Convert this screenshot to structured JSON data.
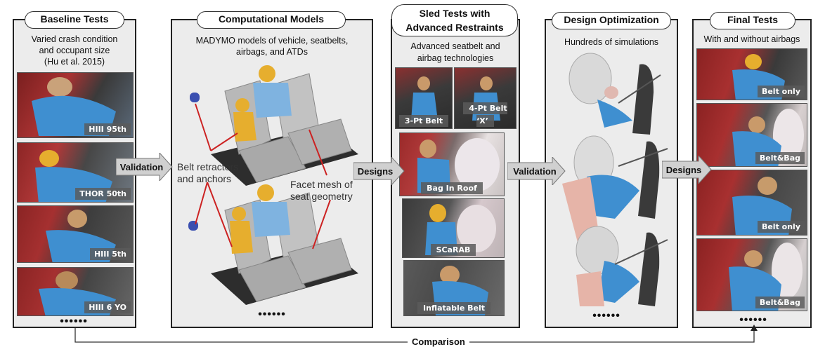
{
  "panels": {
    "baseline": {
      "title": "Baseline Tests",
      "desc1": "Varied crash condition",
      "desc2": "and occupant size",
      "desc3": "(Hu et al. 2015)",
      "tags": [
        "HIII 95th",
        "THOR 50th",
        "HIII 5th",
        "HIII 6 YO"
      ],
      "dots": "••••••"
    },
    "models": {
      "title": "Computational Models",
      "desc1": "MADYMO models of vehicle, seatbelts,",
      "desc2": "airbags, and ATDs",
      "annot_belt": "Belt retractors\nand anchors",
      "annot_mesh": "Facet mesh of\nseat geometry",
      "dots": "••••••"
    },
    "sled": {
      "title1": "Sled Tests with",
      "title2": "Advanced Restraints",
      "desc1": "Advanced seatbelt and",
      "desc2": "airbag technologies",
      "tags": [
        "3-Pt Belt",
        "4-Pt Belt ‘X’",
        "Bag In Roof",
        "SCaRAB",
        "Inflatable Belt"
      ]
    },
    "optimization": {
      "title": "Design Optimization",
      "desc": "Hundreds of simulations",
      "dots": "••••••"
    },
    "final": {
      "title": "Final Tests",
      "desc": "With and without airbags",
      "tags": [
        "Belt  only",
        "Belt&Bag",
        "Belt  only",
        "Belt&Bag"
      ],
      "dots": "••••••"
    }
  },
  "arrows": {
    "validation1": "Validation",
    "designs1": "Designs",
    "validation2": "Validation",
    "designs2": "Designs"
  },
  "comparison": "Comparison",
  "colors": {
    "panel_bg": "#ececec",
    "car_red": "#9c2a2a",
    "dummy_blue": "#3f8fd0",
    "seat_gray": "#b8b8b8",
    "dummy_yellow": "#e6ae2e",
    "annotation_red": "#cc2222"
  }
}
